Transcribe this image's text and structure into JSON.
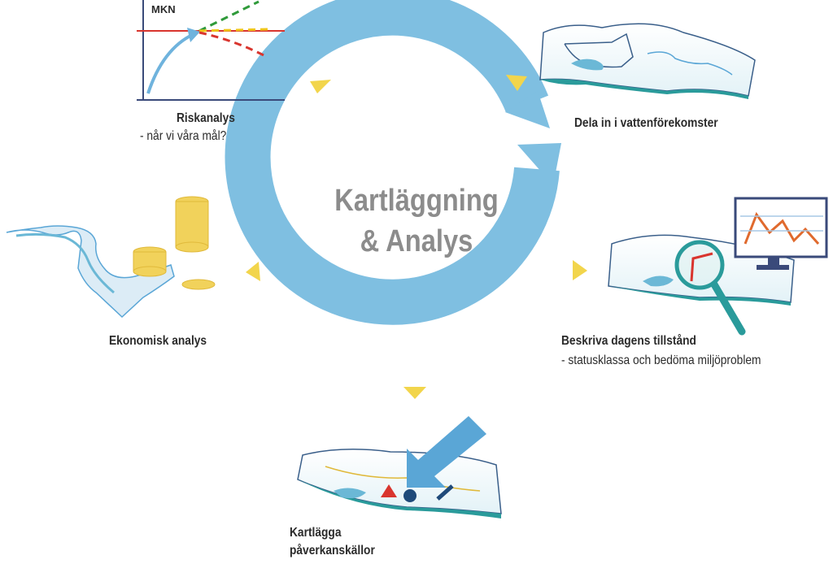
{
  "center": {
    "line1": "Kartläggning",
    "line2": "& Analys"
  },
  "risk_chart": {
    "reference_label": "MKN"
  },
  "steps": {
    "risk": {
      "title": "Riskanalys",
      "subtitle": "- når vi våra mål?"
    },
    "divide": {
      "title": "Dela in i vattenförekomster"
    },
    "describe": {
      "title": "Beskriva dagens tillstånd",
      "subtitle": "- statusklassa och bedöma miljöproblem"
    },
    "sources": {
      "title_line1": "Kartlägga",
      "title_line2": "påverkanskällor"
    },
    "economic": {
      "title": "Ekonomisk analys"
    }
  },
  "colors": {
    "cycle": "#7fbfe1",
    "arrow_big": "#5aa6d6",
    "triangle": "#f2d54c",
    "water": "#6bb8d6",
    "coin": "#f1d25b",
    "mkn_line": "#d9352e",
    "green_dash": "#2f9a3a",
    "yellow_dash": "#f0c419",
    "red_dash": "#d9352e"
  }
}
